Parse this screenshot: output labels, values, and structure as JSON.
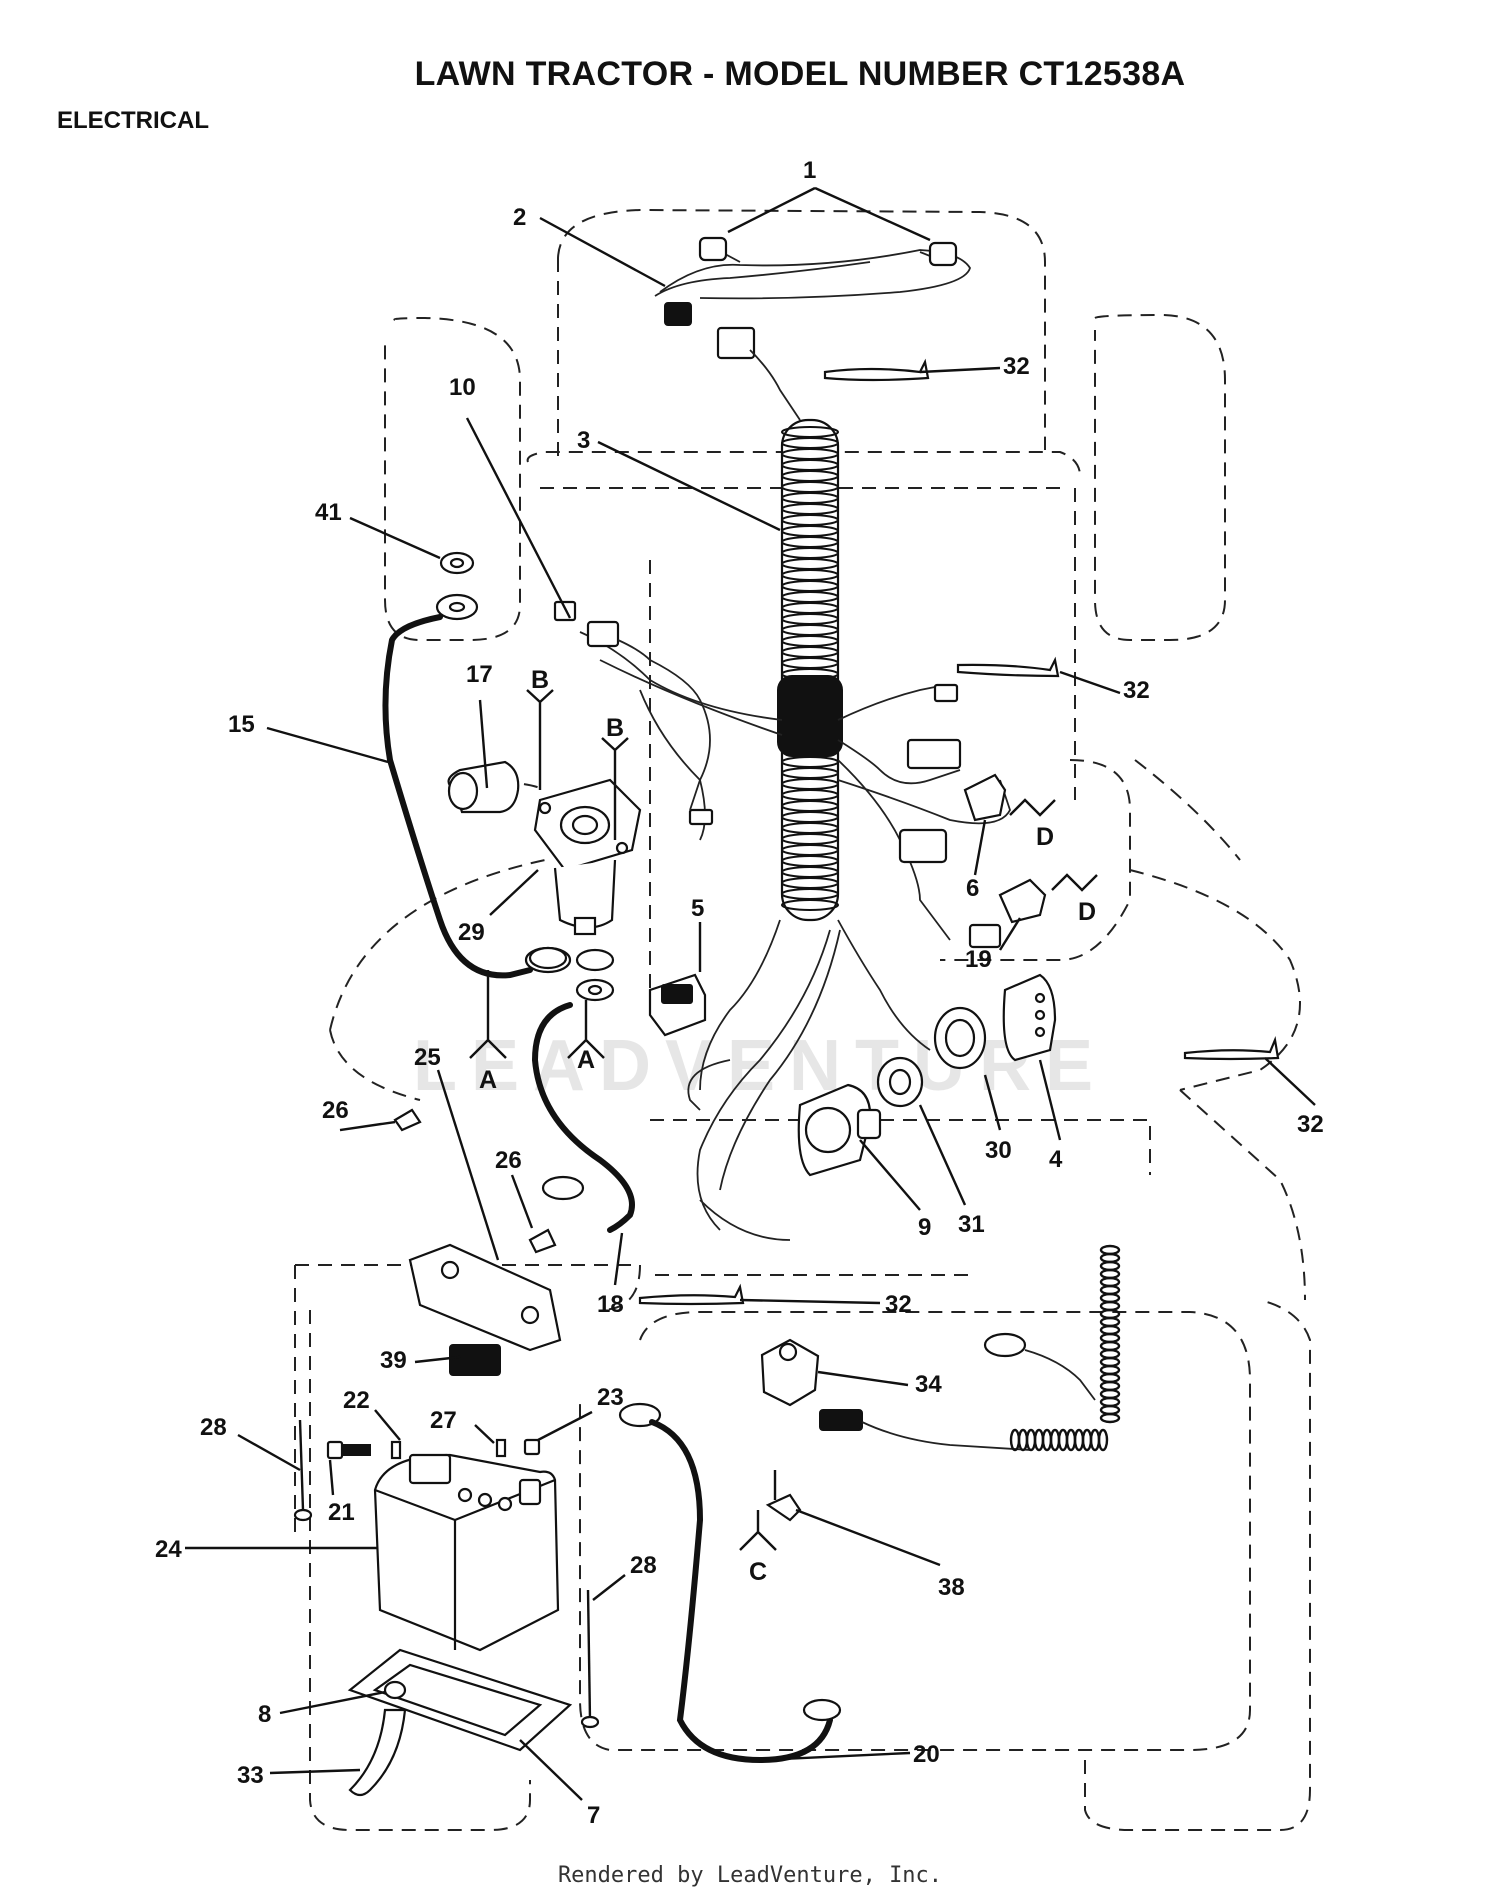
{
  "title": "LAWN TRACTOR - MODEL NUMBER CT12538A",
  "section": "ELECTRICAL",
  "footer": "Rendered by LeadVenture, Inc.",
  "watermark": "LEADVENTURE",
  "colors": {
    "ink": "#111111",
    "paper": "#ffffff",
    "watermark": "#e6e6e6"
  },
  "callouts": [
    {
      "id": "c1",
      "label": "1"
    },
    {
      "id": "c2",
      "label": "2"
    },
    {
      "id": "c32a",
      "label": "32"
    },
    {
      "id": "c10",
      "label": "10"
    },
    {
      "id": "c3",
      "label": "3"
    },
    {
      "id": "c41",
      "label": "41"
    },
    {
      "id": "c17",
      "label": "17"
    },
    {
      "id": "c15",
      "label": "15"
    },
    {
      "id": "c32b",
      "label": "32"
    },
    {
      "id": "c29",
      "label": "29"
    },
    {
      "id": "c6",
      "label": "6"
    },
    {
      "id": "c5",
      "label": "5"
    },
    {
      "id": "c19",
      "label": "19"
    },
    {
      "id": "c25",
      "label": "25"
    },
    {
      "id": "c26a",
      "label": "26"
    },
    {
      "id": "c26b",
      "label": "26"
    },
    {
      "id": "c30",
      "label": "30"
    },
    {
      "id": "c4",
      "label": "4"
    },
    {
      "id": "c32c",
      "label": "32"
    },
    {
      "id": "c9",
      "label": "9"
    },
    {
      "id": "c31",
      "label": "31"
    },
    {
      "id": "c18",
      "label": "18"
    },
    {
      "id": "c32d",
      "label": "32"
    },
    {
      "id": "c39",
      "label": "39"
    },
    {
      "id": "c22",
      "label": "22"
    },
    {
      "id": "c23",
      "label": "23"
    },
    {
      "id": "c34",
      "label": "34"
    },
    {
      "id": "c27",
      "label": "27"
    },
    {
      "id": "c28a",
      "label": "28"
    },
    {
      "id": "c21",
      "label": "21"
    },
    {
      "id": "c24",
      "label": "24"
    },
    {
      "id": "c28b",
      "label": "28"
    },
    {
      "id": "c38",
      "label": "38"
    },
    {
      "id": "c8",
      "label": "8"
    },
    {
      "id": "c20",
      "label": "20"
    },
    {
      "id": "c33",
      "label": "33"
    },
    {
      "id": "c7",
      "label": "7"
    }
  ],
  "references": [
    {
      "id": "rB1",
      "label": "B"
    },
    {
      "id": "rB2",
      "label": "B"
    },
    {
      "id": "rD1",
      "label": "D"
    },
    {
      "id": "rD2",
      "label": "D"
    },
    {
      "id": "rA1",
      "label": "A"
    },
    {
      "id": "rA2",
      "label": "A"
    },
    {
      "id": "rC",
      "label": "C"
    }
  ]
}
